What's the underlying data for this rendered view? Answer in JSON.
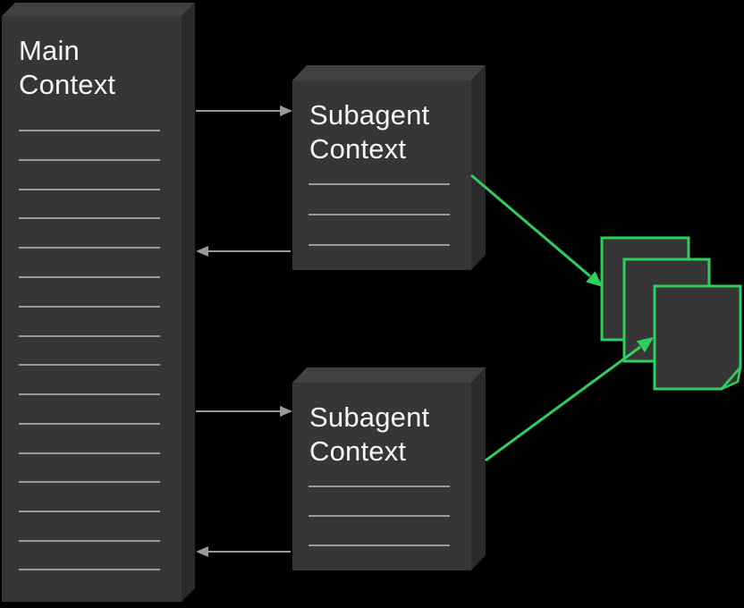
{
  "diagram": {
    "main_context": {
      "title": "Main Context",
      "placeholder_line_count": 16
    },
    "subagents": [
      {
        "title": "Subagent Context",
        "placeholder_line_count": 3
      },
      {
        "title": "Subagent Context",
        "placeholder_line_count": 3
      }
    ],
    "documents": {
      "count": 3,
      "style": "stacked pages, front page with folded corner"
    }
  },
  "colors": {
    "bg": "#000000",
    "face": "#363636",
    "bevel": "#414141",
    "side": "#2a2a2a",
    "textcolor": "#f5f5f5",
    "grayline": "#9b9b9b",
    "grayarrow": "#999999",
    "green": "#2ecf5f"
  }
}
